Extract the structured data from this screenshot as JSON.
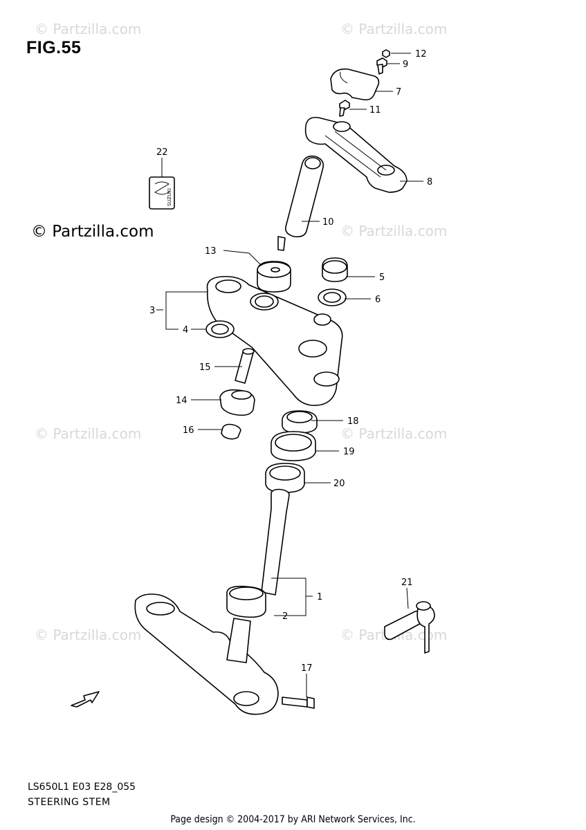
{
  "figure": {
    "title": "FIG.55",
    "model_code": "LS650L1 E03 E28_055",
    "subtitle": "STEERING STEM",
    "footer": "Page design © 2004-2017 by ARI Network Services, Inc."
  },
  "watermarks": {
    "main": "© Partzilla.com",
    "faint": "© Partzilla.com"
  },
  "emblem_text": "SUZUKI",
  "fwd_label": "FWD",
  "callouts": [
    "1",
    "2",
    "3",
    "4",
    "5",
    "6",
    "7",
    "8",
    "9",
    "10",
    "11",
    "12",
    "13",
    "14",
    "15",
    "16",
    "17",
    "18",
    "19",
    "20",
    "21",
    "22"
  ]
}
